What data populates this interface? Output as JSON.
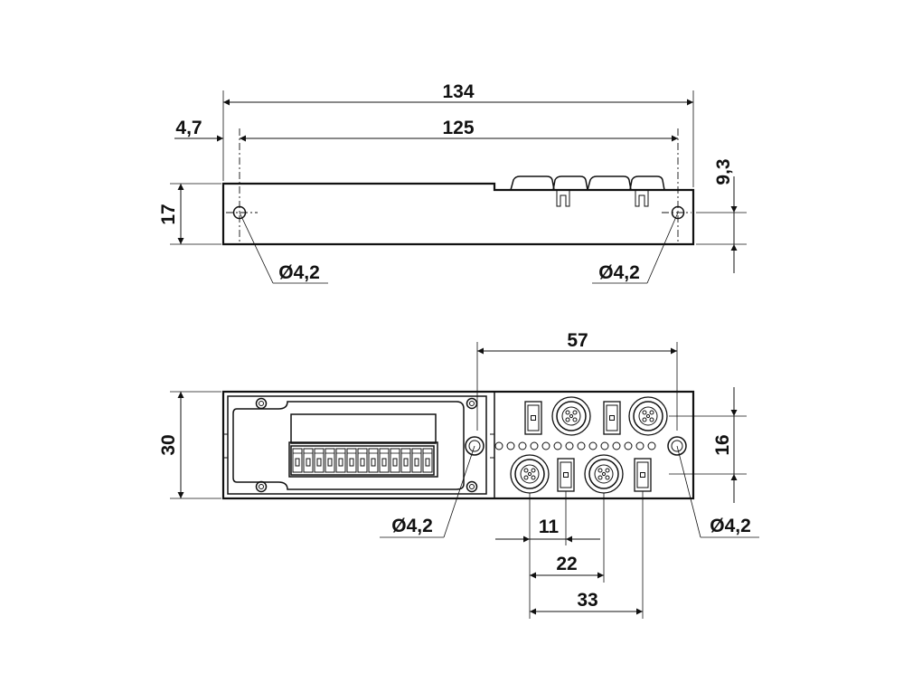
{
  "labels": {
    "overall_length": "134",
    "hole_spacing": "125",
    "hole_edge_offset": "4,7",
    "side_height": "17",
    "hole_height": "9,3",
    "hole_dia_side_left": "Ø4,2",
    "hole_dia_side_right": "Ø4,2",
    "connector_span": "57",
    "width": "30",
    "connector_row_spacing": "16",
    "hole_dia_top_left": "Ø4,2",
    "hole_dia_top_right": "Ø4,2",
    "pitch_half": "11",
    "pitch_single": "22",
    "pitch_triple": "33"
  }
}
